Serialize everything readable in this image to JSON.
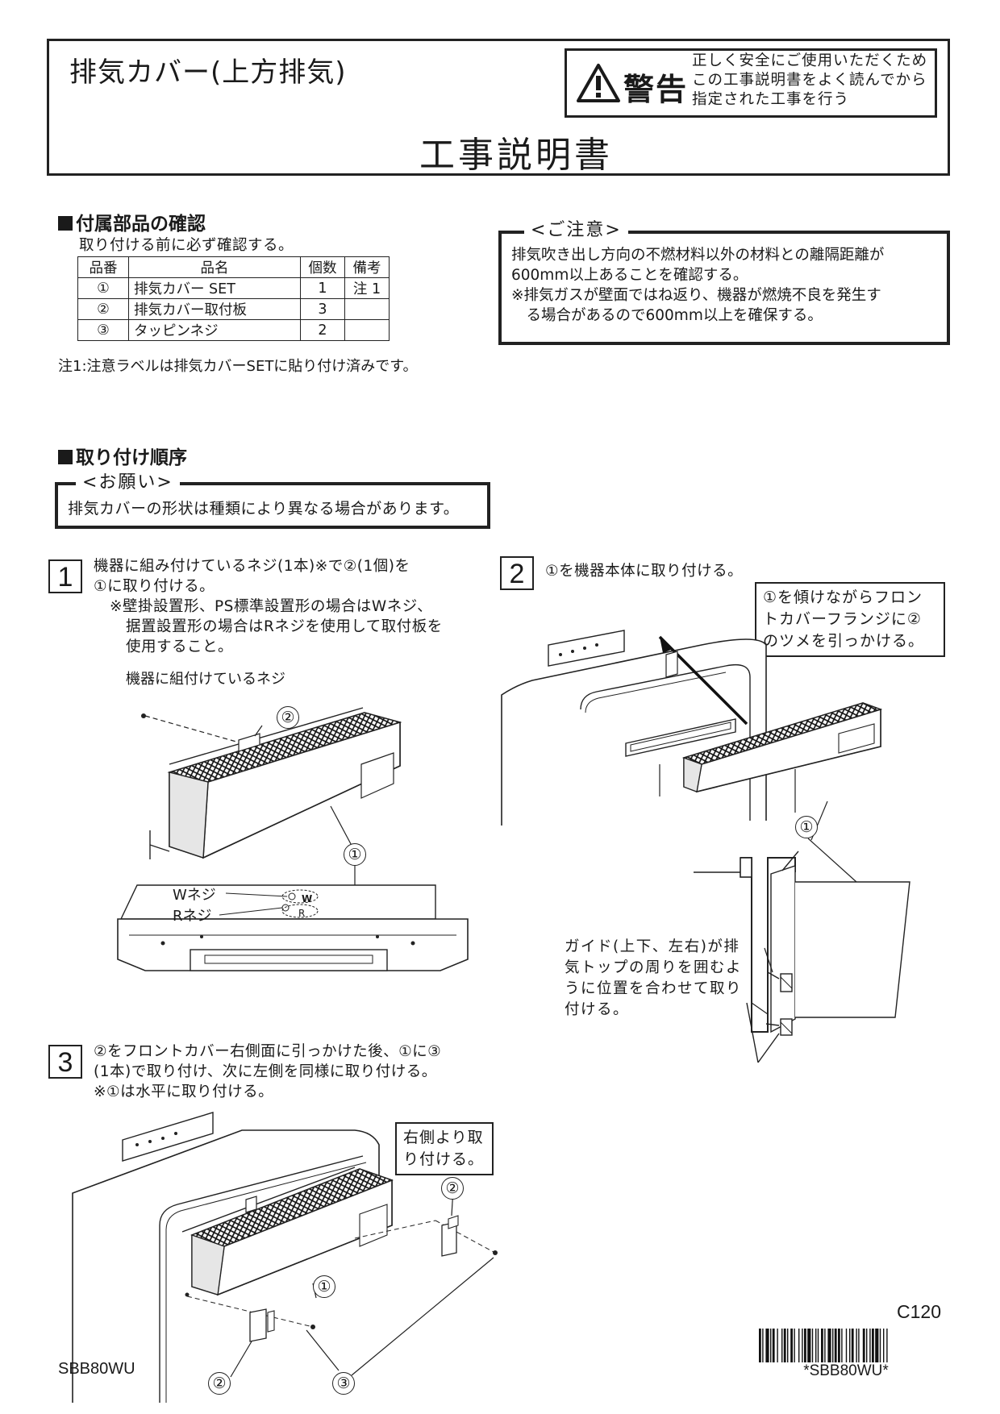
{
  "header": {
    "subject": "排気カバー(上方排気)",
    "warning_label": "警告",
    "warning_text": "正しく安全にご使用いただくためこの工事説明書をよく読んでから指定された工事を行う",
    "title": "工事説明書"
  },
  "parts": {
    "heading": "付属部品の確認",
    "instruction": "取り付ける前に必ず確認する。",
    "columns": [
      "品番",
      "品名",
      "個数",
      "備考"
    ],
    "rows": [
      {
        "no": "①",
        "name": "排気カバー SET",
        "qty": "1",
        "note": "注 1"
      },
      {
        "no": "②",
        "name": "排気カバー取付板",
        "qty": "3",
        "note": ""
      },
      {
        "no": "③",
        "name": "タッピンネジ",
        "qty": "2",
        "note": ""
      }
    ],
    "footnote": "注1:注意ラベルは排気カバーSETに貼り付け済みです。"
  },
  "caution": {
    "title": "<ご注意>",
    "line1": "排気吹き出し方向の不燃材料以外の材料との離隔距離が",
    "line2": "600mm以上あることを確認する。",
    "line3": "※排気ガスが壁面ではね返り、機器が燃焼不良を発生す",
    "line4": "　る場合があるので600mm以上を確保する。"
  },
  "procedure": {
    "heading": "取り付け順序",
    "request_title": "<お願い>",
    "request_text": "排気カバーの形状は種類により異なる場合があります。"
  },
  "step1": {
    "number": "1",
    "line1": "機器に組み付けているネジ(1本)※で②(1個)を",
    "line2": "①に取り付ける。",
    "line3": "※壁掛設置形、PS標準設置形の場合はWネジ、",
    "line4": "据置設置形の場合はRネジを使用して取付板を",
    "line5": "使用すること。",
    "screw_label": "機器に組付けているネジ",
    "w_screw": "Wネジ",
    "r_screw": "Rネジ",
    "w_mark": "W",
    "r_mark": "R",
    "part_cover": "①",
    "part_plate": "②"
  },
  "step2": {
    "number": "2",
    "text": "①を機器本体に取り付ける。",
    "callout": "①を傾けながらフロントカバーフランジに②のツメを引っかける。",
    "guide": "ガイド(上下、左右)が排気トップの周りを囲むように位置を合わせて取り付ける。",
    "part_cover": "①"
  },
  "step3": {
    "number": "3",
    "line1": "②をフロントカバー右側面に引っかけた後、①に③",
    "line2": "(1本)で取り付け、次に左側を同様に取り付ける。",
    "line3": "※①は水平に取り付ける。",
    "callout": "右側より取り付ける。",
    "part_cover": "①",
    "part_plate_right": "②",
    "part_plate_left": "②",
    "part_screw": "③"
  },
  "footer": {
    "model": "SBB80WU",
    "doc_code": "C120",
    "barcode_text": "*SBB80WU*"
  }
}
